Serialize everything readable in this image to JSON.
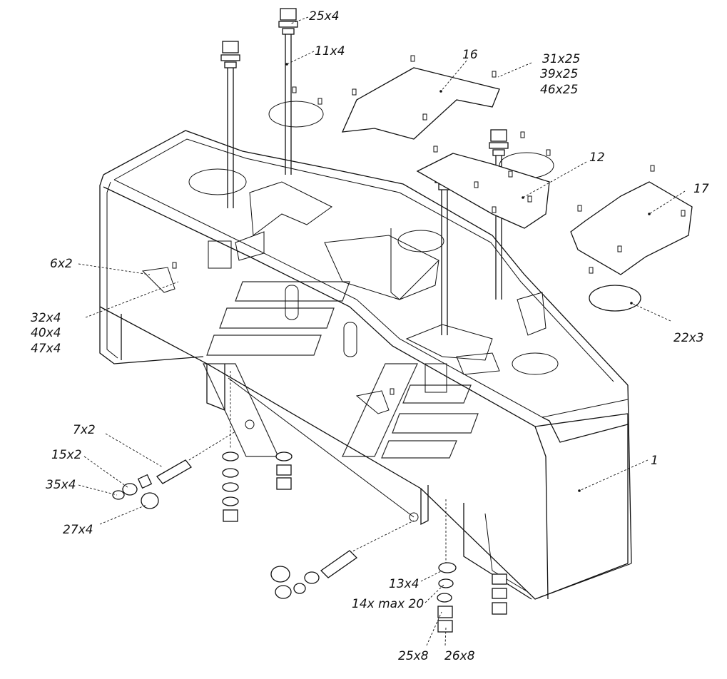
{
  "labels": {
    "l25x4_top": "25x4",
    "l11x4": "11x4",
    "l16": "16",
    "l31x25": "31x25",
    "l39x25": "39x25",
    "l46x25": "46x25",
    "l12": "12",
    "l17": "17",
    "l6x2": "6x2",
    "l32x4": "32x4",
    "l40x4": "40x4",
    "l47x4": "47x4",
    "l22x3": "22x3",
    "l7x2": "7x2",
    "l15x2": "15x2",
    "l35x4": "35x4",
    "l27x4": "27x4",
    "l1": "1",
    "l13x4": "13x4",
    "l14x": "14x max 20",
    "l25x8": "25x8",
    "l26x8": "26x8"
  }
}
